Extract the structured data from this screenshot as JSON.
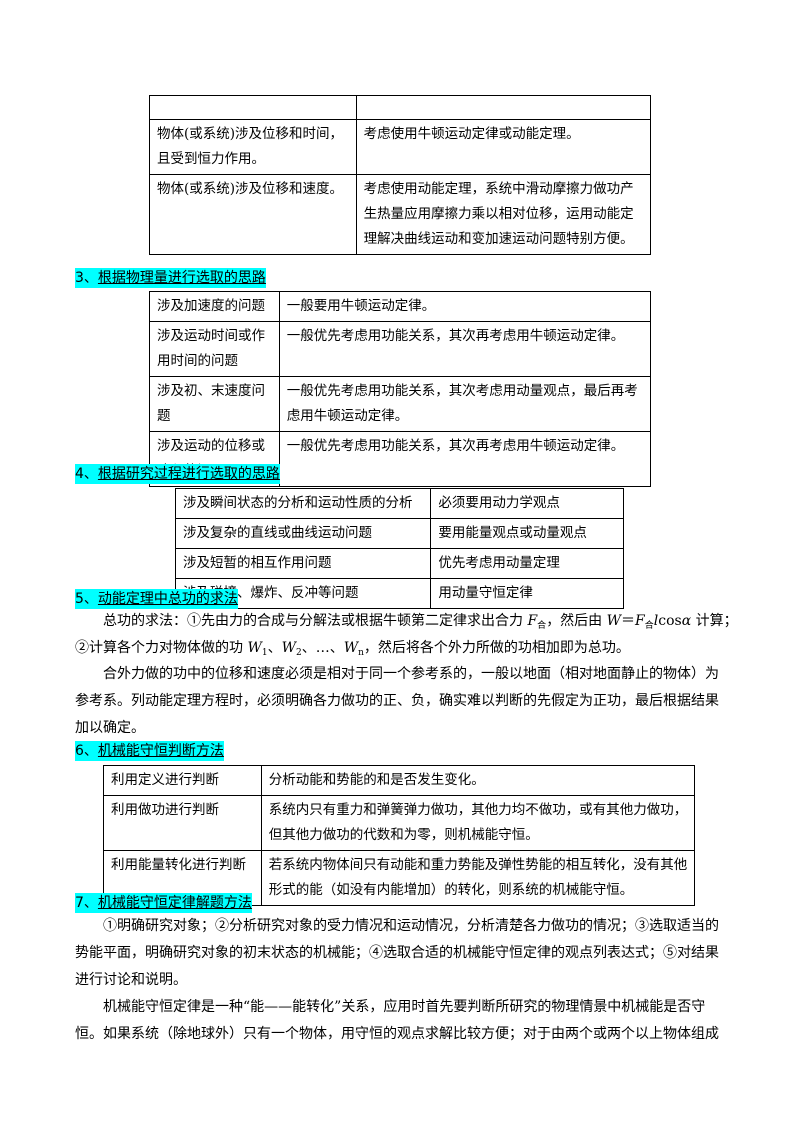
{
  "table1": {
    "rows": [
      [
        "",
        ""
      ],
      [
        "物体(或系统)涉及位移和时间，且受到恒力作用。",
        "考虑使用牛顿运动定律或动能定理。"
      ],
      [
        "物体(或系统)涉及位移和速度。",
        "考虑使用动能定理，系统中滑动摩擦力做功产生热量应用摩擦力乘以相对位移，运用动能定理解决曲线运动和变加速运动问题特别方便。"
      ]
    ]
  },
  "heading3": {
    "num": "3、",
    "text": "根据物理量进行选取的思路"
  },
  "table2": {
    "rows": [
      [
        "涉及加速度的问题",
        "一般要用牛顿运动定律。"
      ],
      [
        "涉及运动时间或作用时间的问题",
        "一般优先考虑用功能关系，其次再考虑用牛顿运动定律。"
      ],
      [
        "涉及初、末速度问题",
        "一般优先考虑用功能关系，其次考虑用动量观点，最后再考虑用牛顿运动定律。"
      ],
      [
        "涉及运动的位移或路程的问题",
        "一般优先考虑用功能关系，其次再考虑用牛顿运动定律。"
      ]
    ]
  },
  "heading4": {
    "num": "4、",
    "text": "根据研究过程进行选取的思路"
  },
  "table3": {
    "rows": [
      [
        "涉及瞬间状态的分析和运动性质的分析",
        "必须要用动力学观点"
      ],
      [
        "涉及复杂的直线或曲线运动问题",
        "要用能量观点或动量观点"
      ],
      [
        "涉及短暂的相互作用问题",
        "优先考虑用动量定理"
      ],
      [
        "涉及碰撞、爆炸、反冲等问题",
        "用动量守恒定律"
      ]
    ]
  },
  "heading5": {
    "num": "5、",
    "text": "动能定理中总功的求法"
  },
  "para5a": {
    "l1a": "总功的求法：①先由力的合成与分解法或根据牛顿第二定律求出合力 ",
    "F": "F",
    "he": "合",
    "l1b": "，然后由 ",
    "W": "W",
    "eq": "＝",
    "F2": "F",
    "he2": "合",
    "l": "l",
    "cos": "cos",
    "alpha": "α",
    "l1c": " 计算；",
    "l2a": "②计算各个力对物体做的功 ",
    "W1": "W",
    "s1": "1",
    "sep1": "、",
    "W2": "W",
    "s2": "2",
    "sep2": "、…、",
    "Wn": "W",
    "sn": "n",
    "l2b": "，然后将各个外力所做的功相加即为总功。"
  },
  "para5b": {
    "l1": "合外力做的功中的位移和速度必须是相对于同一个参考系的，一般以地面（相对地面静止的物体）为",
    "l2": "参考系。列动能定理方程时，必须明确各力做功的正、负，确实难以判断的先假定为正功，最后根据结果",
    "l3": "加以确定。"
  },
  "heading6": {
    "num": "6、",
    "text": "机械能守恒判断方法"
  },
  "table4": {
    "rows": [
      [
        "利用定义进行判断",
        "分析动能和势能的和是否发生变化。"
      ],
      [
        "利用做功进行判断",
        "系统内只有重力和弹簧弹力做功，其他力均不做功，或有其他力做功，但其他力做功的代数和为零，则机械能守恒。"
      ],
      [
        "利用能量转化进行判断",
        "若系统内物体间只有动能和重力势能及弹性势能的相互转化，没有其他形式的能（如没有内能增加）的转化，则系统的机械能守恒。"
      ]
    ]
  },
  "heading7": {
    "num": "7、",
    "text": "机械能守恒定律解题方法"
  },
  "para7a": {
    "l1": "①明确研究对象；②分析研究对象的受力情况和运动情况，分析清楚各力做功的情况；③选取适当的",
    "l2": "势能平面，明确研究对象的初末状态的机械能；④选取合适的机械能守恒定律的观点列表达式；⑤对结果",
    "l3": "进行讨论和说明。"
  },
  "para7b": {
    "l1": "机械能守恒定律是一种“能——能转化”关系，应用时首先要判断所研究的物理情景中机械能是否守",
    "l2": "恒。如果系统（除地球外）只有一个物体，用守恒的观点求解比较方便；对于由两个或两个以上物体组成"
  }
}
